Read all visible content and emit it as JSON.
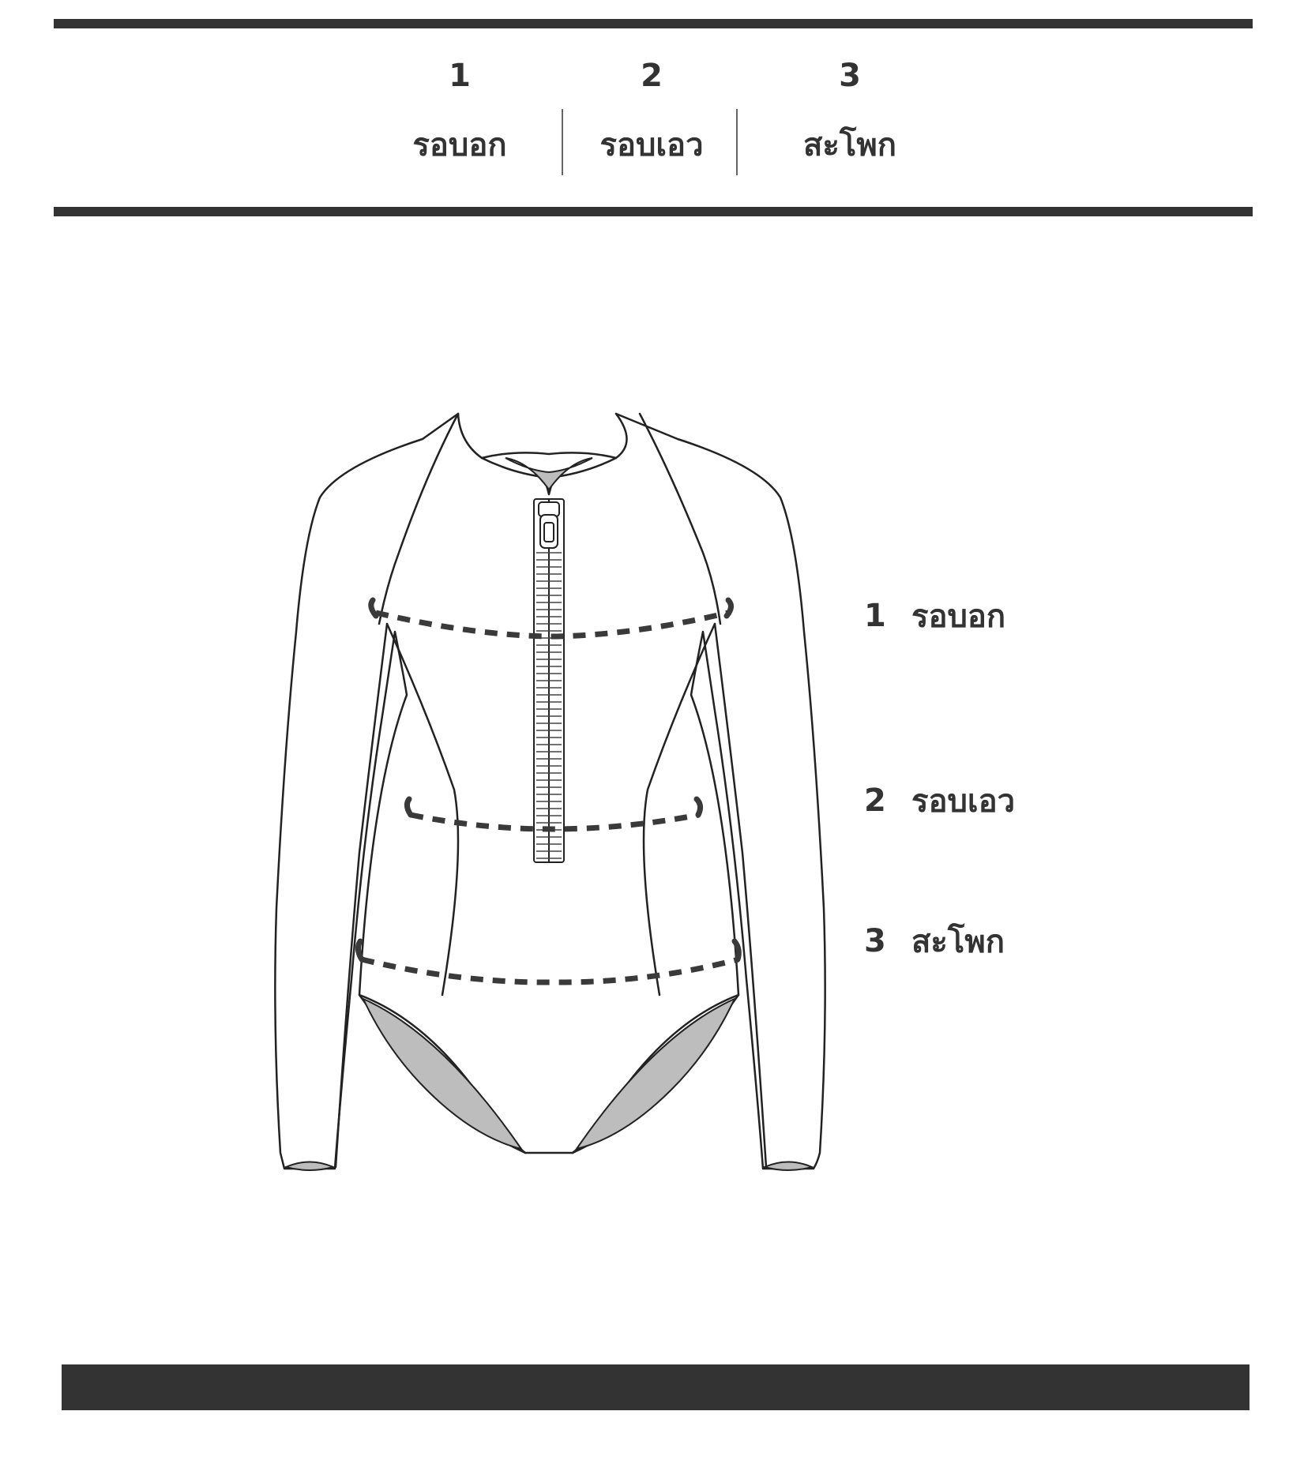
{
  "header": {
    "columns": [
      {
        "num": "1",
        "label": "รอบอก"
      },
      {
        "num": "2",
        "label": "รอบเอว"
      },
      {
        "num": "3",
        "label": "สะโพก"
      }
    ]
  },
  "legend": [
    {
      "num": "1",
      "label": "รอบอก"
    },
    {
      "num": "2",
      "label": "รอบเอว"
    },
    {
      "num": "3",
      "label": "สะโพก"
    }
  ],
  "colors": {
    "ink": "#333333",
    "line": "#222222",
    "lining": "#bdbdbd",
    "measure": "#3a3a3a"
  }
}
